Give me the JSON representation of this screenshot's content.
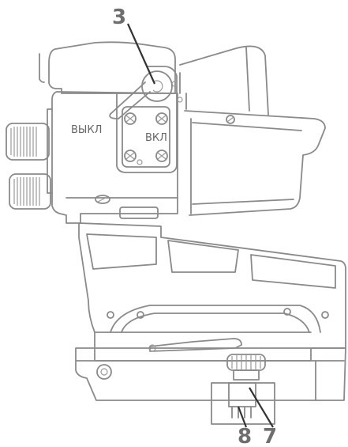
{
  "labels": {
    "off": "ВЫКЛ",
    "on": "ВКЛ"
  },
  "callouts": {
    "top": "3",
    "bottom_left": "8",
    "bottom_right": "7"
  },
  "colors": {
    "outline": "#8a8a8a",
    "callout": "#6e6e6e",
    "leader": "#333333"
  }
}
